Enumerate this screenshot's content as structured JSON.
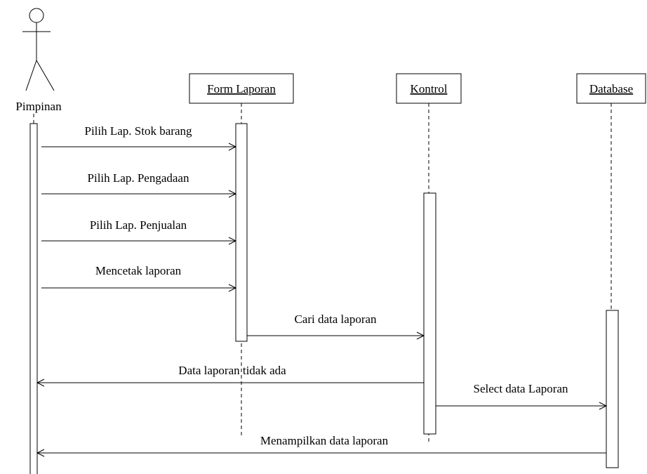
{
  "diagram": {
    "type": "sequence",
    "actor": {
      "label": "Pimpinan"
    },
    "objects": [
      {
        "id": "form",
        "label": "Form Laporan"
      },
      {
        "id": "kontrol",
        "label": "Kontrol"
      },
      {
        "id": "database",
        "label": "Database"
      }
    ],
    "messages": [
      {
        "from": "actor",
        "to": "form",
        "label": "Pilih Lap. Stok barang"
      },
      {
        "from": "actor",
        "to": "form",
        "label": "Pilih Lap. Pengadaan"
      },
      {
        "from": "actor",
        "to": "form",
        "label": "Pilih Lap. Penjualan"
      },
      {
        "from": "actor",
        "to": "form",
        "label": "Mencetak laporan"
      },
      {
        "from": "form",
        "to": "kontrol",
        "label": "Cari data laporan"
      },
      {
        "from": "kontrol",
        "to": "actor",
        "label": "Data laporan tidak ada"
      },
      {
        "from": "kontrol",
        "to": "database",
        "label": "Select data Laporan"
      },
      {
        "from": "database",
        "to": "actor",
        "label": "Menampilkan data laporan"
      }
    ],
    "colors": {
      "stroke": "#000000",
      "background": "#ffffff"
    }
  }
}
